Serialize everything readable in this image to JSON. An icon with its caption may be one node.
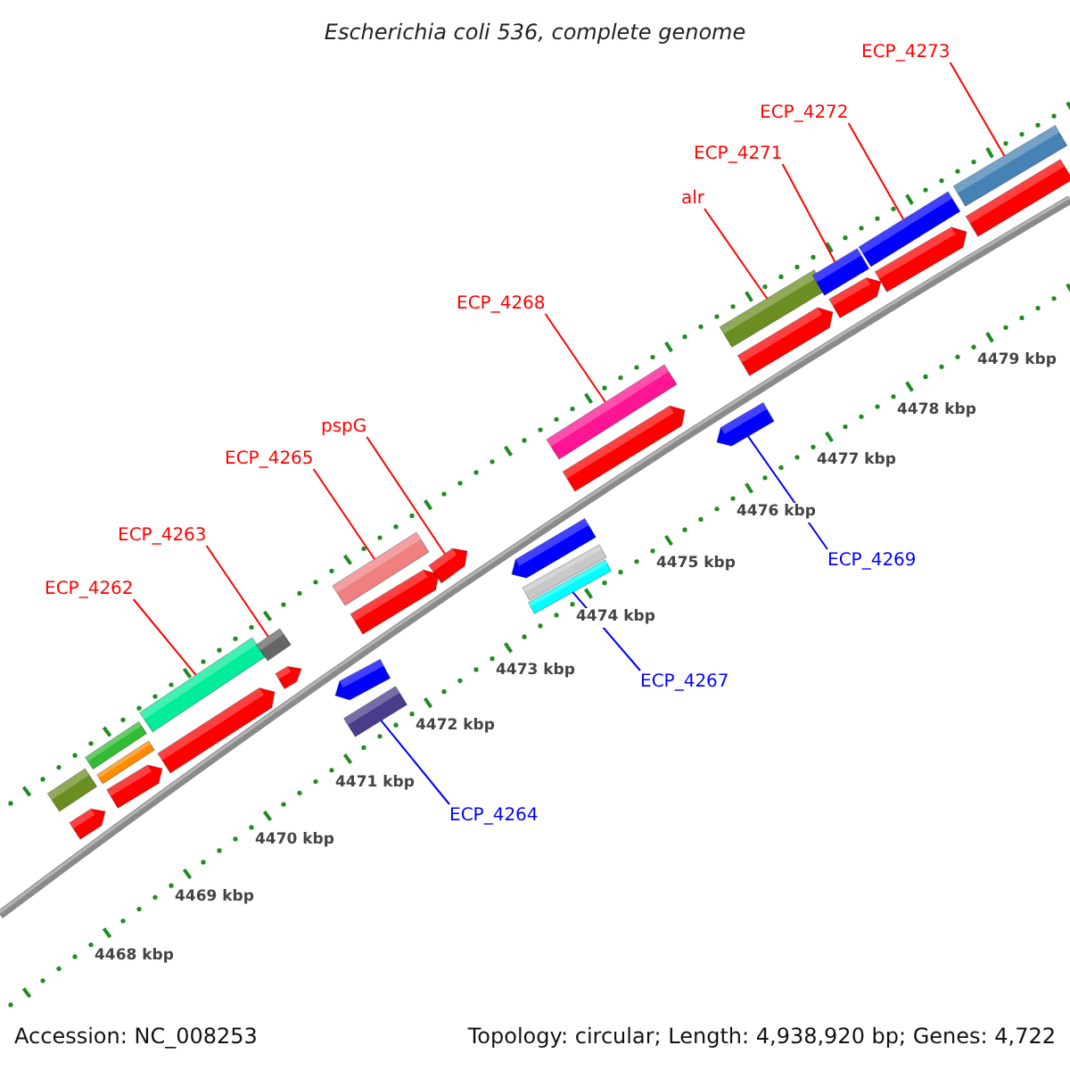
{
  "diagram": {
    "title": "Escherichia coli 536, complete genome",
    "nodes": [
      {
        "text": [
          "ECP_4262"
        ]
      },
      {
        "text": [
          "ECP_4263"
        ]
      },
      {
        "text": [
          "ECP_4265"
        ]
      },
      {
        "text": [
          "pspG"
        ]
      },
      {
        "text": [
          "ECP_4268"
        ]
      },
      {
        "text": [
          "alr"
        ]
      },
      {
        "text": [
          "ECP_4271"
        ]
      },
      {
        "text": [
          "ECP_4272"
        ]
      },
      {
        "text": [
          "ECP_4273"
        ]
      },
      {
        "text": [
          "ECP_4264"
        ]
      },
      {
        "text": [
          "ECP_4267"
        ]
      },
      {
        "text": [
          "ECP_4269"
        ]
      },
      {
        "text": [],
        "shape": "bar"
      },
      {
        "text": [],
        "shape": "bar"
      },
      {
        "text": [],
        "shape": "bar"
      },
      {
        "text": [],
        "shape": "bar"
      },
      {
        "text": [],
        "shape": "bar"
      },
      {
        "text": [],
        "shape": "bar"
      },
      {
        "text": [],
        "shape": "bar"
      },
      {
        "text": [],
        "shape": "bar"
      },
      {
        "text": [],
        "shape": "bar"
      },
      {
        "text": [],
        "shape": "bar"
      },
      {
        "text": [],
        "shape": "bar"
      },
      {
        "text": [],
        "shape": "bar"
      },
      {
        "text": [],
        "shape": "bar"
      },
      {
        "text": [],
        "shape": "bar"
      },
      {
        "text": [],
        "shape": "bar"
      },
      {
        "text": [],
        "shape": "bar"
      },
      {
        "text": [],
        "shape": "bar"
      },
      {
        "text": [],
        "shape": "bar"
      },
      {
        "text": [],
        "shape": "bar"
      },
      {
        "text": [],
        "shape": "bar"
      },
      {
        "text": [],
        "shape": "bar"
      },
      {
        "text": [],
        "shape": "bar"
      },
      {
        "text": [],
        "shape": "bar"
      },
      {
        "text": [],
        "shape": "bar"
      },
      {
        "text": [],
        "shape": "bar"
      },
      {
        "text": [],
        "shape": "bar"
      },
      {
        "text": [],
        "shape": "bar"
      },
      {
        "text": [],
        "shape": "bar"
      }
    ],
    "edges": [
      {
        "from": 0,
        "to": 17,
        "arrow": "none"
      },
      {
        "from": 1,
        "to": 19,
        "arrow": "none"
      },
      {
        "from": 2,
        "to": 23,
        "arrow": "none"
      },
      {
        "from": 3,
        "to": 25,
        "arrow": "none"
      },
      {
        "from": 4,
        "to": 29,
        "arrow": "none"
      },
      {
        "from": 5,
        "to": 32,
        "arrow": "none"
      },
      {
        "from": 6,
        "to": 34,
        "arrow": "none"
      },
      {
        "from": 7,
        "to": 36,
        "arrow": "none"
      },
      {
        "from": 8,
        "to": 38,
        "arrow": "none"
      },
      {
        "from": 9,
        "to": 22,
        "arrow": "none",
        "color": "#0000ff"
      },
      {
        "from": 10,
        "to": 28,
        "arrow": "none",
        "color": "#0000ff"
      },
      {
        "from": 11,
        "to": 31,
        "arrow": "none",
        "color": "#0000ff"
      }
    ],
    "labels": [
      "4468 kbp",
      "4469 kbp",
      "4470 kbp",
      "4471 kbp",
      "4472 kbp",
      "4473 kbp",
      "4474 kbp",
      "4475 kbp",
      "4476 kbp",
      "4477 kbp",
      "4478 kbp",
      "4479 kbp",
      "Accession: NC_008253",
      "Topology: circular; Length: 4,938,920 bp; Genes: 4,722"
    ]
  }
}
